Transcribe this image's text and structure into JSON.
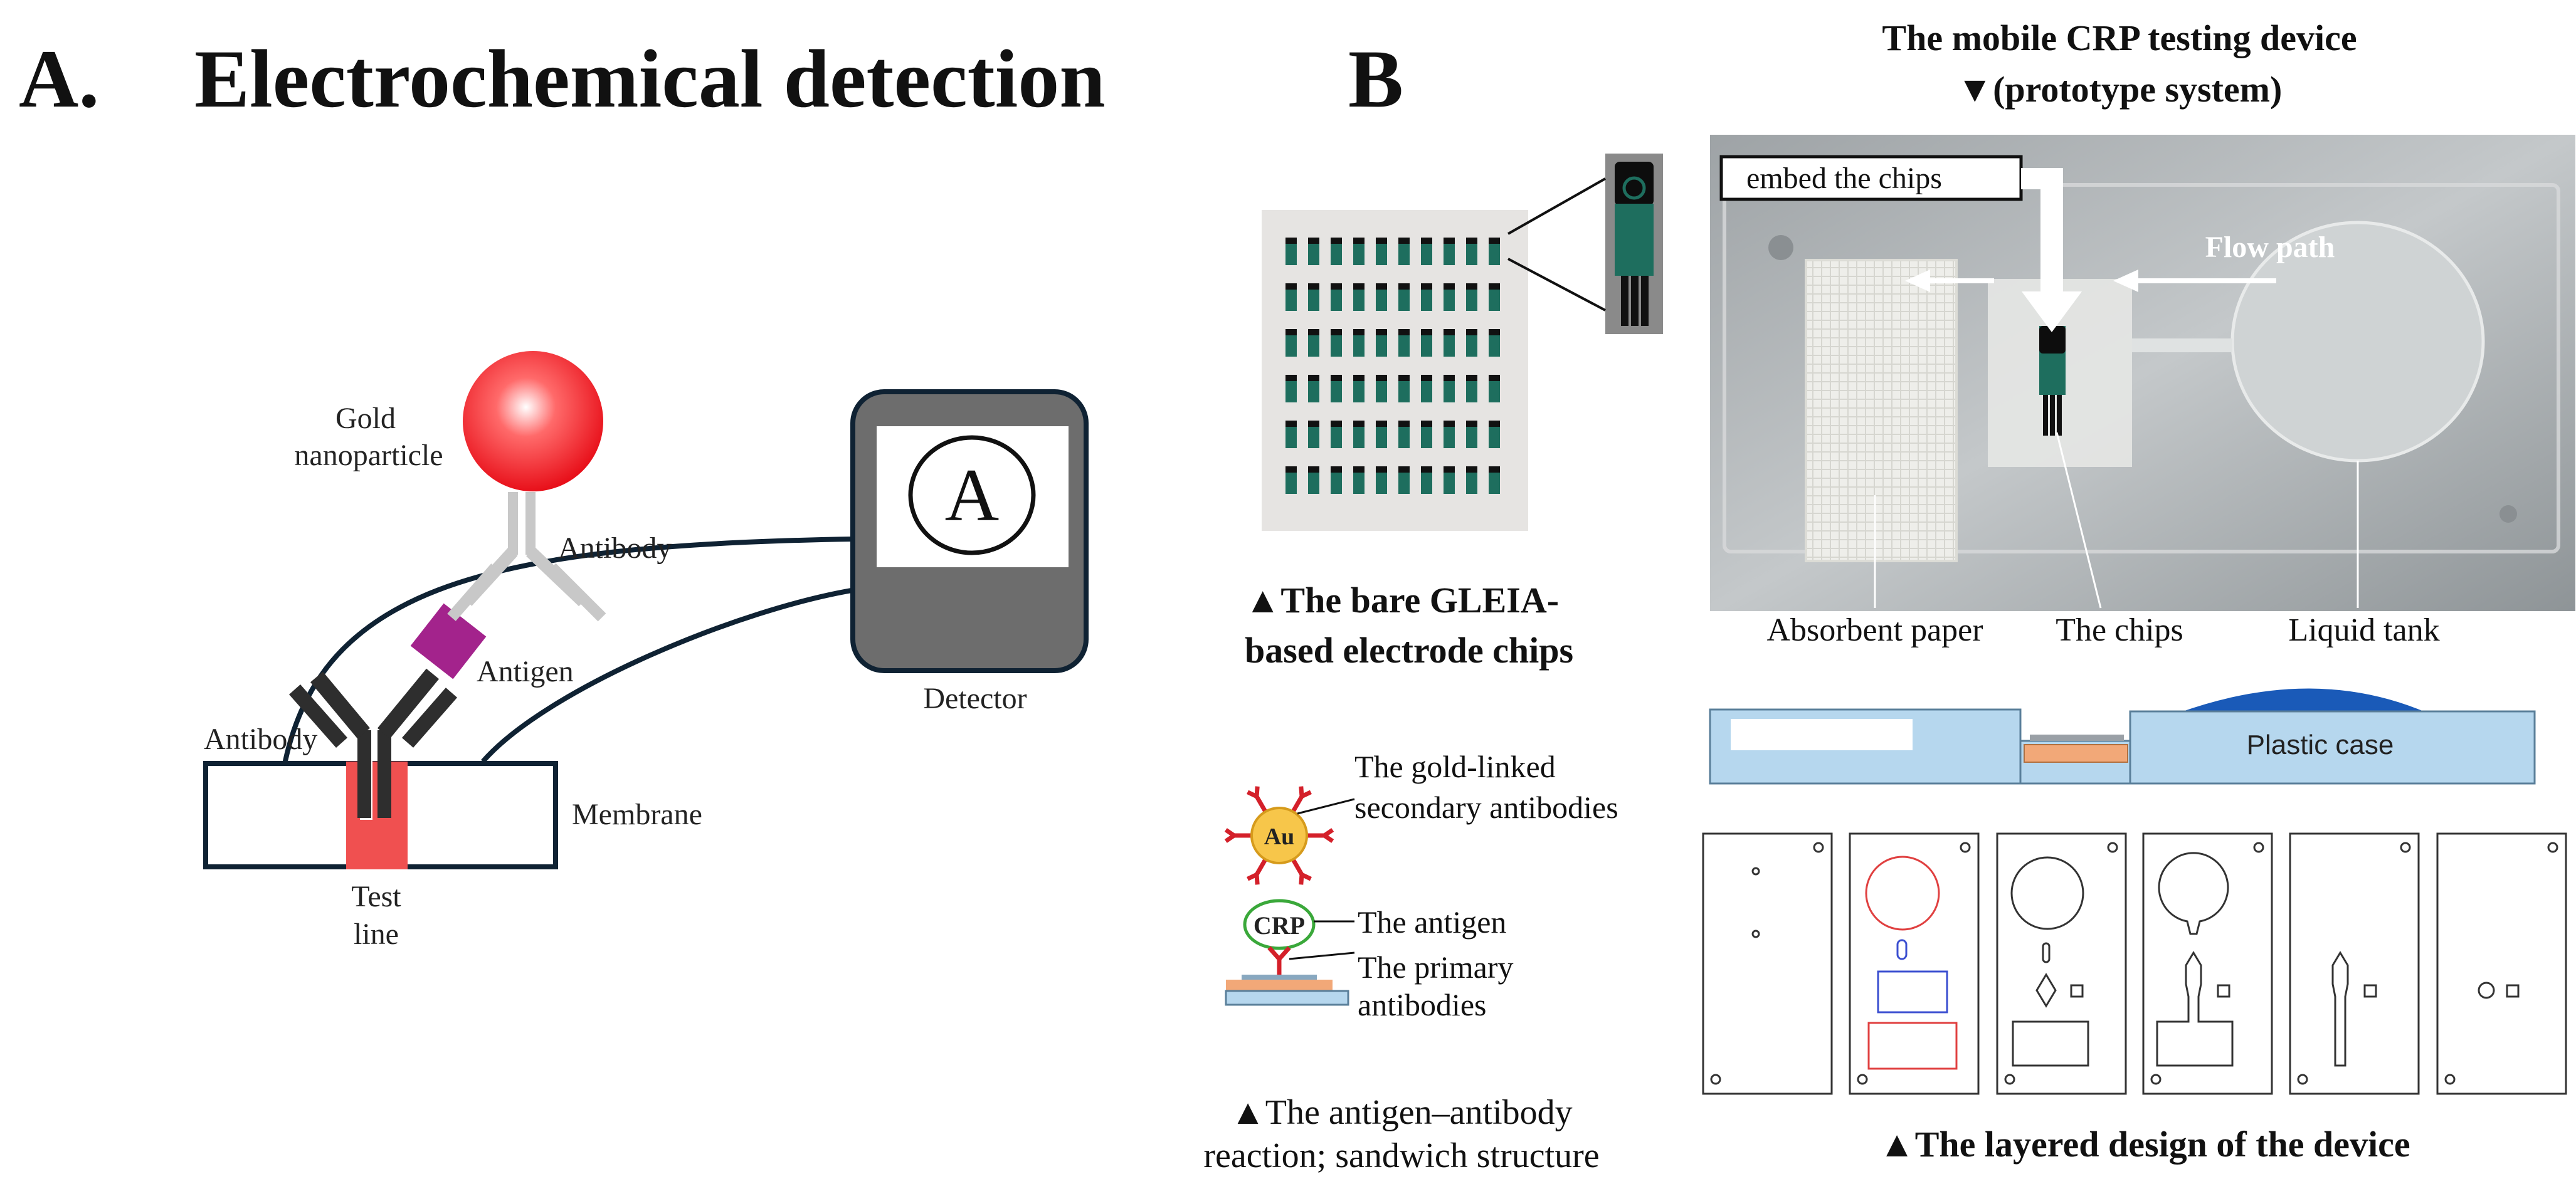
{
  "panel_a": {
    "letter": "A.",
    "title": "Electrochemical detection",
    "labels": {
      "gold_line1": "Gold",
      "gold_line2": "nanoparticle",
      "antibody_top": "Antibody",
      "antigen": "Antigen",
      "antibody_bottom": "Antibody",
      "membrane": "Membrane",
      "test_line1": "Test",
      "test_line2": "line",
      "detector": "Detector",
      "ammeter_symbol": "A"
    },
    "colors": {
      "gold_particle": "#e8101a",
      "antigen": "#a3238c",
      "test_line": "#f05050",
      "detector_body": "#6d6d6d",
      "outline": "#0f2233"
    }
  },
  "panel_b": {
    "letter": "B",
    "device_title_line1": "The mobile CRP testing device",
    "device_title_line2": "▼(prototype system)",
    "callout_embed": "embed the chips",
    "flow_path": "Flow path",
    "photo_labels": {
      "absorbent": "Absorbent paper",
      "chips": "The chips",
      "tank": "Liquid tank"
    },
    "bare_chips_line1": "▲The bare GLEIA-",
    "bare_chips_line2": "based electrode chips",
    "sandwich": {
      "gold_line1": "The gold-linked",
      "gold_line2": "secondary antibodies",
      "au": "Au",
      "crp": "CRP",
      "antigen": "The antigen",
      "primary_line1": "The primary",
      "primary_line2": "antibodies",
      "caption_line1": "▲The antigen–antibody",
      "caption_line2": "reaction; sandwich structure"
    },
    "plastic_case": "Plastic case",
    "layered_caption": "▲The layered design of the device",
    "colors": {
      "case_fill": "#b6d7ee",
      "dome": "#1a5ab8",
      "chip_green": "#1e6e5e",
      "au_fill": "#f7c64a",
      "antibody_red": "#d4202a",
      "crp_ring": "#3aa83a",
      "layer_red": "#e04040",
      "layer_blue": "#3b4fd0"
    }
  }
}
